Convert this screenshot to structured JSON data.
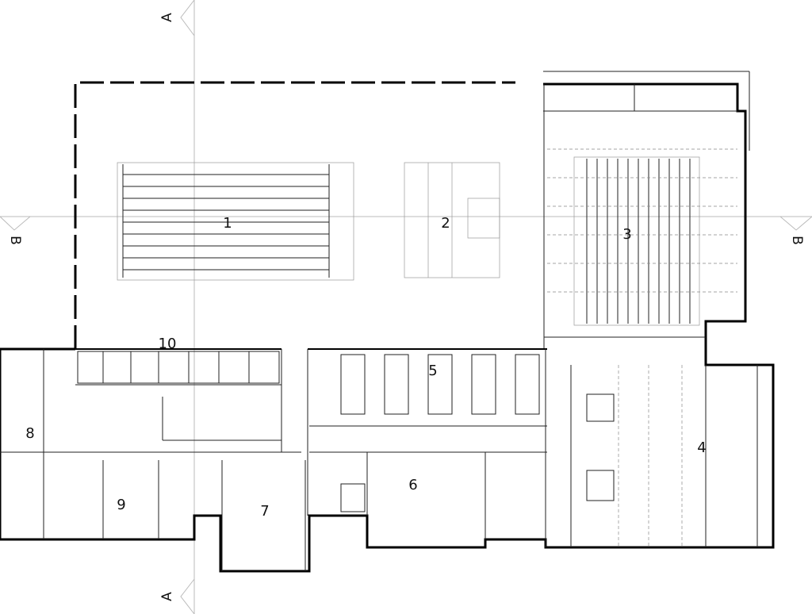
{
  "section_markers": {
    "a_top": "A",
    "a_bottom": "A",
    "b_left": "B",
    "b_right": "B"
  },
  "room_labels": [
    "1",
    "2",
    "3",
    "4",
    "5",
    "6",
    "7",
    "8",
    "9",
    "10"
  ]
}
